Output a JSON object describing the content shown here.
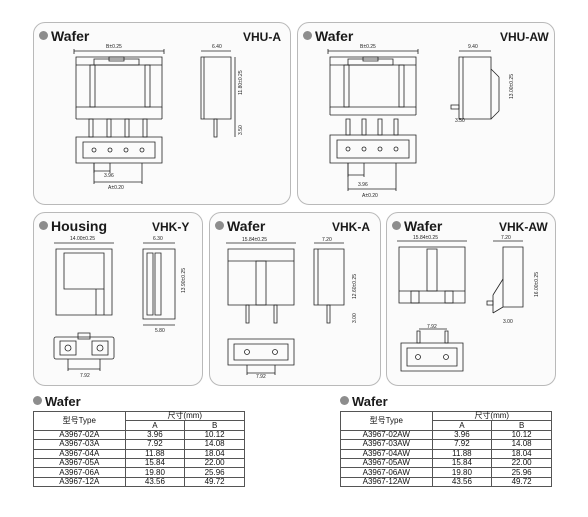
{
  "panels": {
    "vhu_a": {
      "title": "Wafer",
      "code": "VHU-A",
      "dims": {
        "b": "B±0.25",
        "w": "6.40",
        "h": "11.80±0.25",
        "p": "3.50",
        "pitch": "3.96",
        "a": "A±0.20"
      }
    },
    "vhu_aw": {
      "title": "Wafer",
      "code": "VHU-AW",
      "dims": {
        "b": "B±0.25",
        "w": "9.40",
        "h": "13.00±0.25",
        "p": "3.50",
        "pitch": "3.96",
        "a": "A±0.20"
      }
    },
    "vhk_y": {
      "title": "Housing",
      "code": "VHK-Y",
      "dims": {
        "top": "14.00±0.25",
        "w": "6.30",
        "h": "13.90±0.25",
        "d": "5.80",
        "pitch": "7.92"
      }
    },
    "vhk_a": {
      "title": "Wafer",
      "code": "VHK-A",
      "dims": {
        "top": "15.84±0.25",
        "w": "7.20",
        "h": "12.60±0.25",
        "p": "3.00",
        "pitch": "7.92"
      }
    },
    "vhk_aw": {
      "title": "Wafer",
      "code": "VHK-AW",
      "dims": {
        "top": "15.84±0.25",
        "w": "7.20",
        "h": "16.00±0.25",
        "p": "3.00",
        "pitch": "7.92"
      }
    }
  },
  "tables": [
    {
      "title": "Wafer",
      "col_type": "型号Type",
      "col_size": "尺寸(mm)",
      "col_a": "A",
      "col_b": "B",
      "rows": [
        [
          "A3967-02A",
          "3.96",
          "10.12"
        ],
        [
          "A3967-03A",
          "7.92",
          "14.08"
        ],
        [
          "A3967-04A",
          "11.88",
          "18.04"
        ],
        [
          "A3967-05A",
          "15.84",
          "22.00"
        ],
        [
          "A3967-06A",
          "19.80",
          "25.96"
        ],
        [
          "A3967-12A",
          "43.56",
          "49.72"
        ]
      ]
    },
    {
      "title": "Wafer",
      "col_type": "型号Type",
      "col_size": "尺寸(mm)",
      "col_a": "A",
      "col_b": "B",
      "rows": [
        [
          "A3967-02AW",
          "3.96",
          "10.12"
        ],
        [
          "A3967-03AW",
          "7.92",
          "14.08"
        ],
        [
          "A3967-04AW",
          "11.88",
          "18.04"
        ],
        [
          "A3967-05AW",
          "15.84",
          "22.00"
        ],
        [
          "A3967-06AW",
          "19.80",
          "25.96"
        ],
        [
          "A3967-12AW",
          "43.56",
          "49.72"
        ]
      ]
    }
  ]
}
